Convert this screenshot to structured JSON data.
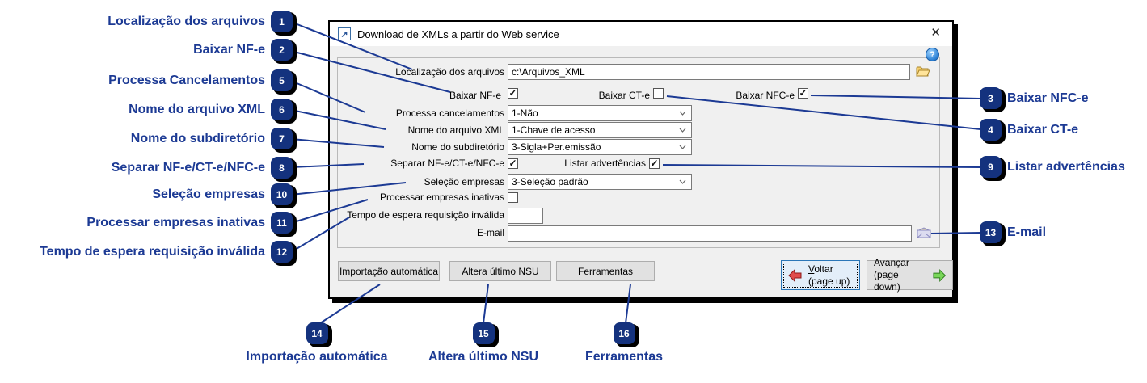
{
  "colors": {
    "annotation_navy": "#1c3a94",
    "badge_fill": "#14327e",
    "focus_blue": "#2a76b8",
    "arrow_red": "#e14b4b",
    "arrow_green": "#79d659",
    "dialog_bg": "#f0f0f0"
  },
  "window": {
    "title": "Download de XMLs a partir do Web service",
    "close_glyph": "✕",
    "help_glyph": "?",
    "win_icon_glyph": "↗"
  },
  "fields": {
    "localizacao": {
      "label": "Localização dos arquivos",
      "value": "c:\\Arquivos_XML"
    },
    "baixar_nfe": {
      "label": "Baixar NF-e",
      "mark": "✓"
    },
    "baixar_cte": {
      "label": "Baixar CT-e",
      "mark": ""
    },
    "baixar_nfce": {
      "label": "Baixar NFC-e",
      "mark": "✓"
    },
    "processa_cancelamentos": {
      "label": "Processa cancelamentos",
      "value": "1-Não"
    },
    "nome_arquivo_xml": {
      "label": "Nome do arquivo XML",
      "value": "1-Chave de acesso"
    },
    "nome_subdiretorio": {
      "label": "Nome do subdiretório",
      "value": "3-Sigla+Per.emissão"
    },
    "separar": {
      "label": "Separar NF-e/CT-e/NFC-e",
      "mark": "✓"
    },
    "listar_advertencias": {
      "label": "Listar advertências",
      "mark": "✓"
    },
    "selecao_empresas": {
      "label": "Seleção empresas",
      "value": "3-Seleção padrão"
    },
    "processar_inativas": {
      "label": "Processar empresas inativas",
      "mark": ""
    },
    "tempo_espera": {
      "label": "Tempo de espera requisição inválida",
      "value": ""
    },
    "email": {
      "label": "E-mail",
      "value": ""
    }
  },
  "buttons": {
    "importacao": {
      "pre": "",
      "u": "I",
      "post": "mportação automática"
    },
    "altera_nsu": {
      "pre": "Altera último ",
      "u": "N",
      "post": "SU"
    },
    "ferramentas": {
      "pre": "",
      "u": "F",
      "post": "erramentas"
    },
    "voltar": {
      "u": "V",
      "post": "oltar",
      "sub": "(page up)"
    },
    "avancar": {
      "u": "A",
      "post": "vançar",
      "sub": "(page down)"
    }
  },
  "annotations": {
    "left": [
      {
        "num": "1",
        "label": "Localização dos arquivos"
      },
      {
        "num": "2",
        "label": "Baixar NF-e"
      },
      {
        "num": "5",
        "label": "Processa Cancelamentos"
      },
      {
        "num": "6",
        "label": "Nome do arquivo XML"
      },
      {
        "num": "7",
        "label": "Nome do subdiretório"
      },
      {
        "num": "8",
        "label": "Separar NF-e/CT-e/NFC-e"
      },
      {
        "num": "10",
        "label": "Seleção empresas"
      },
      {
        "num": "11",
        "label": "Processar empresas inativas"
      },
      {
        "num": "12",
        "label": "Tempo de espera requisição inválida"
      }
    ],
    "right": [
      {
        "num": "3",
        "label": "Baixar NFC-e"
      },
      {
        "num": "4",
        "label": "Baixar CT-e"
      },
      {
        "num": "9",
        "label": "Listar advertências"
      },
      {
        "num": "13",
        "label": "E-mail"
      }
    ],
    "bottom": [
      {
        "num": "14",
        "label": "Importação automática"
      },
      {
        "num": "15",
        "label": "Altera último NSU"
      },
      {
        "num": "16",
        "label": "Ferramentas"
      }
    ]
  }
}
